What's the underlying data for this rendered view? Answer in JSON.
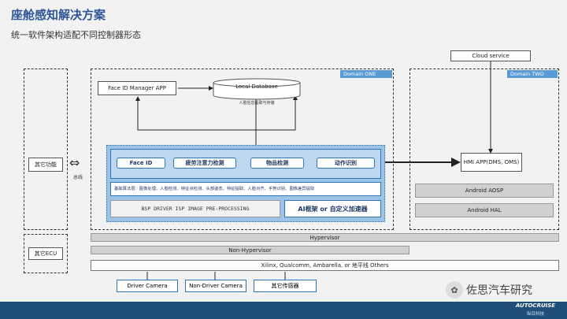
{
  "header": {
    "title": "座舱感知解决方案",
    "subtitle": "统一软件架构适配不同控制器形态"
  },
  "cloud": {
    "label": "Cloud service"
  },
  "domain_one": {
    "tag": "Domain ONE",
    "face_app": "Face ID Manager APP",
    "local_db": "Local Database",
    "db_caption": "人脸信息提取与存储",
    "modules": [
      "Face ID",
      "疲劳注意力检测",
      "物品检测",
      "动作识别"
    ],
    "algorithms": "基础算法层：图像处理、人脸检测、特征点检测、头部姿态、特征提取、人脸对齐、手势识别、图像差异提取",
    "bsp": "BSP  DRIVER ISP IMAGE PRE-PROCESSING",
    "ai_framework": "AI框架 or 自定义加速器"
  },
  "domain_two": {
    "tag": "Domain TWO",
    "hmi_app": "HMI APP(DMS, OMS)",
    "android_aosp": "Android AOSP",
    "android_hal": "Android HAL"
  },
  "left": {
    "other_functions": "其它功能",
    "bus": "总线",
    "other_ecu": "其它ECU"
  },
  "layers": {
    "hypervisor": "Hypervisor",
    "non_hypervisor": "Non-Hypervisor",
    "platforms": "Xilinx, Qualcomm, Ambarella, or 地平线  Others"
  },
  "sensors": [
    "Driver Camera",
    "Non-Driver Camera",
    "其它传感器"
  ],
  "watermark": "佐思汽车研究",
  "logo": {
    "name": "AUTOCRUISE",
    "sub": "纵目科技"
  }
}
